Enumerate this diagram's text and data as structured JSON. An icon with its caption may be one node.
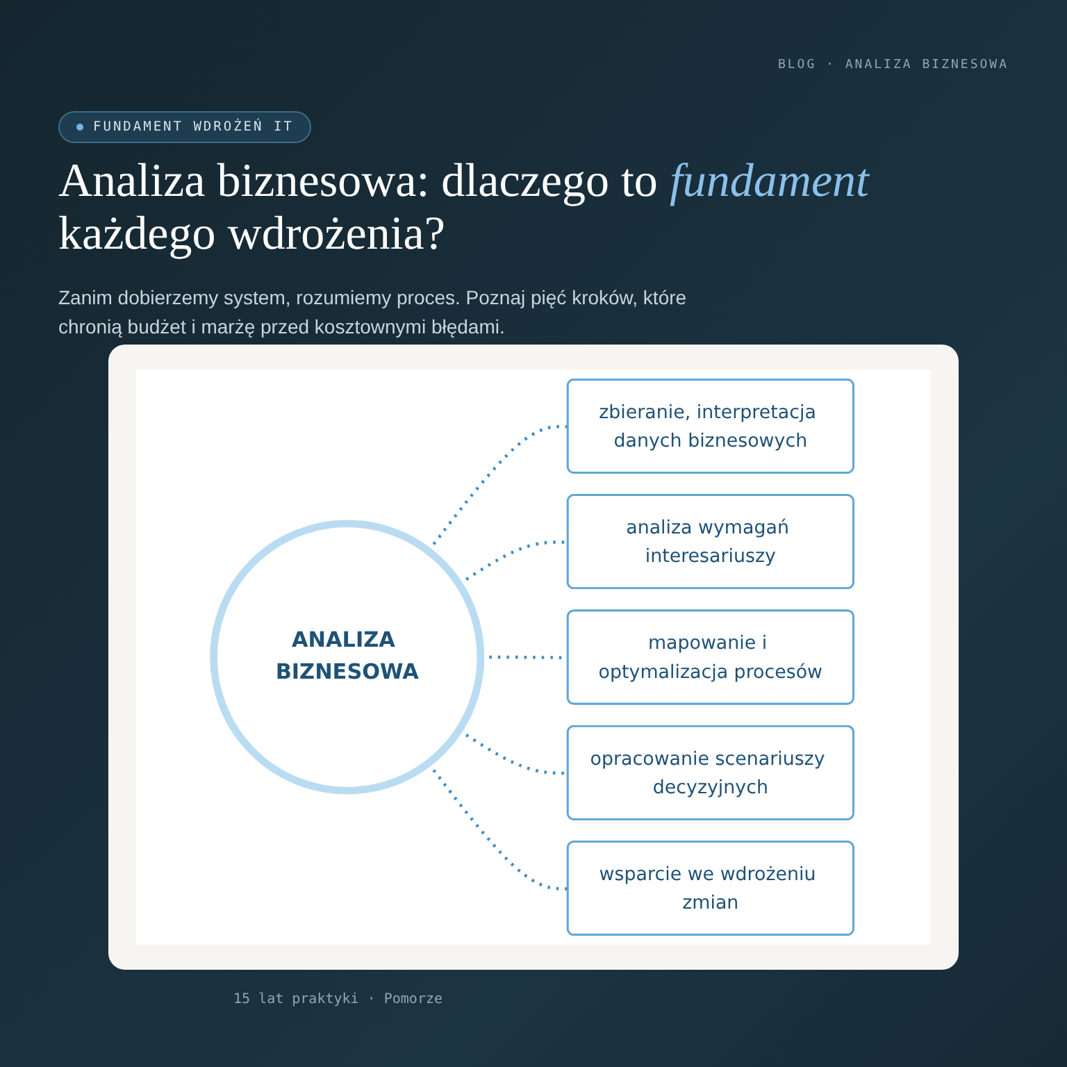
{
  "diagram": {
    "title": "Analiza biznesowa: dlaczego to *fundament* każdego wdrożenia?",
    "nodes": [
      {
        "text": [
          "ANALIZA BIZNESOWA"
        ]
      },
      {
        "text": [
          "zbieranie, interpretacja danych biznesowych"
        ]
      },
      {
        "text": [
          "analiza wymagań interesariuszy"
        ]
      },
      {
        "text": [
          "mapowanie i optymalizacja procesów"
        ]
      },
      {
        "text": [
          "opracowanie scenariuszy decyzyjnych"
        ]
      },
      {
        "text": [
          "wsparcie we wdrożeniu zmian"
        ]
      }
    ],
    "edges": [
      {
        "from": 0,
        "to": 1,
        "arrow": "none",
        "style": "dashed"
      },
      {
        "from": 0,
        "to": 2,
        "arrow": "none",
        "style": "dashed"
      },
      {
        "from": 0,
        "to": 3,
        "arrow": "none",
        "style": "dashed"
      },
      {
        "from": 0,
        "to": 4,
        "arrow": "none",
        "style": "dashed"
      },
      {
        "from": 0,
        "to": 5,
        "arrow": "none",
        "style": "dashed"
      }
    ],
    "labels": [
      "BLOG · ANALIZA BIZNESOWA",
      "FUNDAMENT WDROŻEŃ IT",
      "Zanim dobierzemy system, rozumiemy proces. Poznaj pięć kroków, które chronią budżet i marżę przed kosztownymi błędami.",
      "15 lat praktyki · Pomorze"
    ]
  }
}
